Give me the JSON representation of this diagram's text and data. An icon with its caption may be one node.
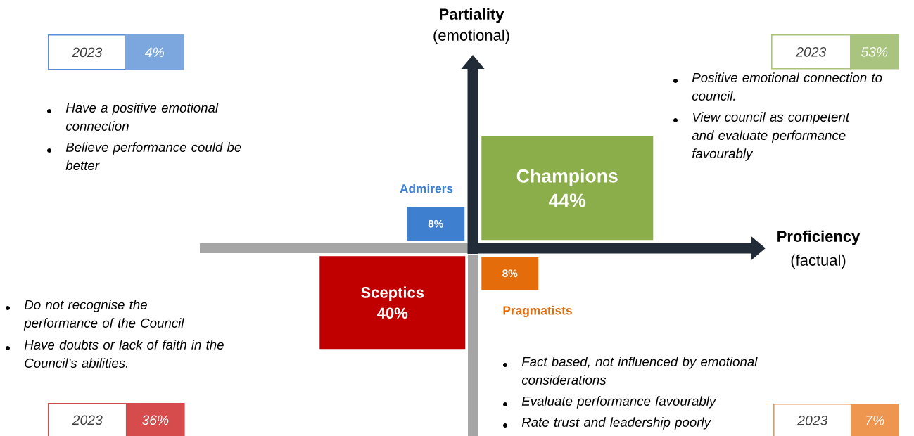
{
  "diagram": {
    "nodes": [
      {
        "text": [
          "2023"
        ]
      },
      {
        "text": [
          "4%"
        ]
      },
      {
        "text": [
          "2023"
        ]
      },
      {
        "text": [
          "53%"
        ]
      },
      {
        "text": [
          "Champions",
          "44%"
        ]
      },
      {
        "text": [
          "Admirers",
          "8%"
        ]
      },
      {
        "text": [
          "Sceptics",
          "40%"
        ]
      },
      {
        "text": [
          "8%",
          "Pragmatists"
        ]
      },
      {
        "text": [
          "2023"
        ]
      },
      {
        "text": [
          "36%"
        ]
      },
      {
        "text": [
          "2023"
        ]
      },
      {
        "text": [
          "7%"
        ]
      }
    ],
    "labels": [
      "Partiality",
      "(emotional)",
      "Have a positive emotional connection",
      "Believe performance could be better",
      "Positive emotional connection to council.",
      "View council as competent and evaluate performance favourably",
      "Proficiency",
      "(factual)",
      "Do not recognise the performance of the Council",
      "Have doubts or lack of faith in the Council’s abilities.",
      "Fact based, not influenced by emotional considerations",
      "Evaluate performance favourably",
      "Rate trust and leadership poorly"
    ]
  }
}
